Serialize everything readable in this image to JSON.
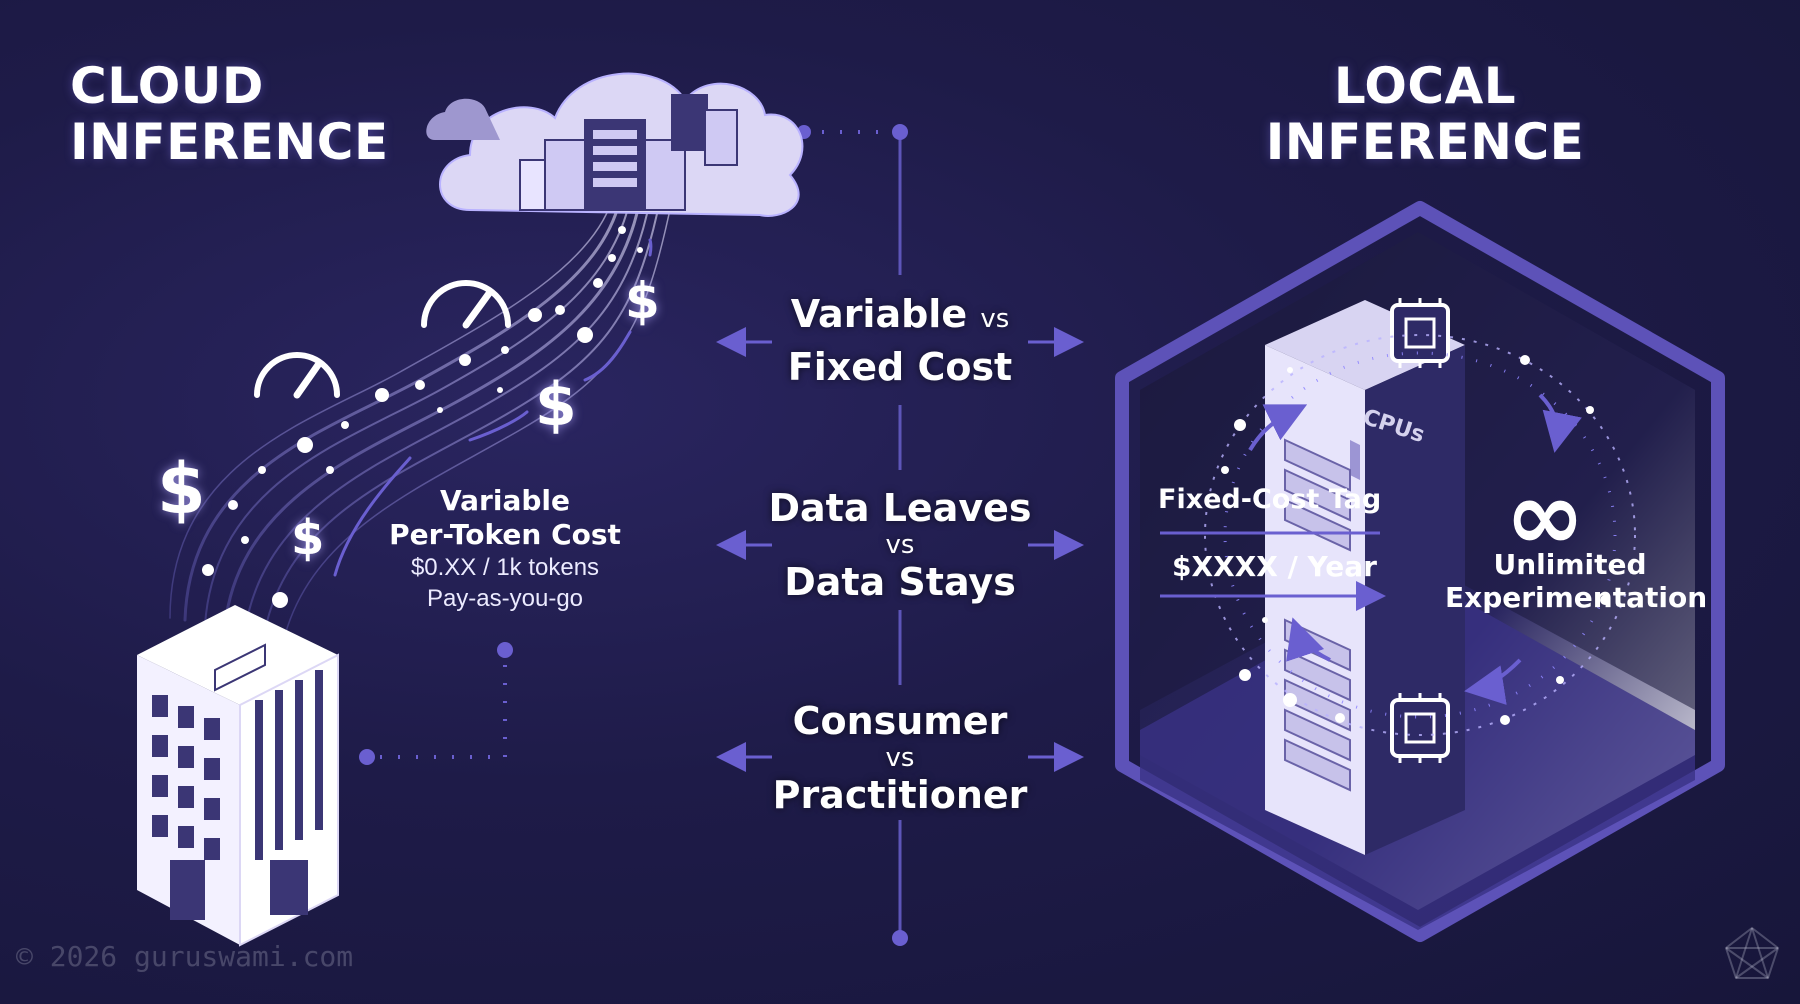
{
  "titles": {
    "cloud": [
      "CLOUD",
      "INFERENCE"
    ],
    "local": [
      "LOCAL",
      "INFERENCE"
    ]
  },
  "comparisons": [
    {
      "left": "Variable",
      "vs": "vs",
      "right": "Fixed Cost"
    },
    {
      "left": "Data Leaves",
      "vs": "vs",
      "right": "Data Stays"
    },
    {
      "left": "Consumer",
      "vs": "vs",
      "right": "Practitioner"
    }
  ],
  "cloud_side": {
    "cost_heading": [
      "Variable",
      "Per-Token Cost"
    ],
    "price": "$0.XX / 1k tokens",
    "model": "Pay-as-you-go",
    "dollar_symbols": [
      "$",
      "$",
      "$",
      "$"
    ]
  },
  "local_side": {
    "rack_label": "CPUs",
    "tag_label": "Fixed-Cost Tag",
    "price": "$XXXX / Year",
    "infinity_symbol": "∞",
    "benefit": [
      "Unlimited",
      "Experimentation"
    ]
  },
  "footer": {
    "copyright": "© 2026 guruswami.com"
  },
  "colors": {
    "background": "#1e1b48",
    "accent": "#6a5fd0",
    "glow": "#b9b2ff",
    "cube_edge": "#4a3f9a"
  },
  "icons": [
    "cloud-server-icon",
    "office-building-icon",
    "speedometer-icon",
    "cpu-chip-icon",
    "server-rack-icon",
    "infinity-icon",
    "network-logo-icon"
  ]
}
